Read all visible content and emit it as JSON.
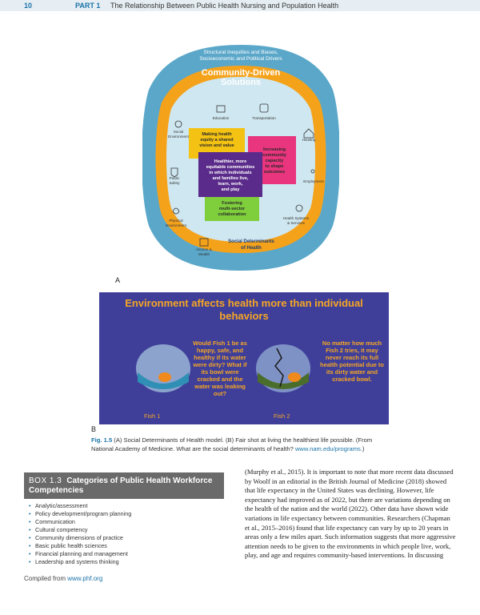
{
  "header": {
    "page_number": "10",
    "part": "PART 1",
    "title": "The Relationship Between Public Health Nursing and Population Health"
  },
  "figure_a": {
    "outer_ring": "Structural Inequities and Biases, Socioeconomic and Political Drivers",
    "banner": "Community-Driven Solutions",
    "determinants": [
      "Education",
      "Transportation",
      "Social Environment",
      "Housing",
      "Public Safety",
      "Employment",
      "Physical Environment",
      "Health Systems & Services",
      "Income & Wealth"
    ],
    "center_label": "Social Determinants of Health",
    "blocks": {
      "yellow": "Making health equity a shared vision and value",
      "pink": "Increasing community capacity to shape outcomes",
      "purple": "Healthier, more equitable communities in which individuals and families live, learn, work, and play",
      "green": "Fostering multi-sector collaboration"
    },
    "label": "A"
  },
  "figure_b": {
    "title": "Environment affects health more than individual behaviors",
    "fish1_text": "Would Fish 1 be as happy, safe, and healthy if its water were dirty? What if its bowl were cracked and the water was leaking out?",
    "fish2_text": "No matter how much Fish 2 tries, it may never reach its full health potential due to its dirty water and cracked bowl.",
    "fish1_label": "Fish 1",
    "fish2_label": "Fish 2",
    "label": "B"
  },
  "caption": {
    "fig": "Fig. 1.5",
    "text": "(A) Social Determinants of Health model. (B) Fair shot at living the healthiest life possible. (From National Academy of Medicine. What are the social determinants of health? ",
    "link": "www.nam.edu/programs",
    "end": ".)"
  },
  "box": {
    "num": "BOX 1.3",
    "title": "Categories of Public Health Workforce Competencies",
    "items": [
      "Analytic/assessment",
      "Policy development/program planning",
      "Communication",
      "Cultural competency",
      "Community dimensions of practice",
      "Basic public health sciences",
      "Financial planning and management",
      "Leadership and systems thinking"
    ],
    "source_prefix": "Compiled from ",
    "source_link": "www.phf.org"
  },
  "body": {
    "p1": "(Murphy et al., 2015). It is important to note that more recent data discussed by Woolf in an editorial in the British Journal of Medicine (2018) showed that life expectancy in the United States was declining. However, life expectancy had improved as of 2022, but there are variations depending on the health of the nation and the world (2022). Other data have shown wide variations in life expectancy between communities. Researchers (Chapman et al., 2015–2016) found that life expectancy can vary by up to 20 years in areas only a few miles apart. Such information suggests that more aggressive attention needs to be given to the environments in which people live, work, play, and age and requires community-based interventions. In discussing"
  },
  "colors": {
    "accent": "#1a73a8",
    "orange": "#f6a623",
    "ring": "#f5a21b",
    "inner": "#cfe7f0",
    "panel": "#3f3f9a"
  }
}
